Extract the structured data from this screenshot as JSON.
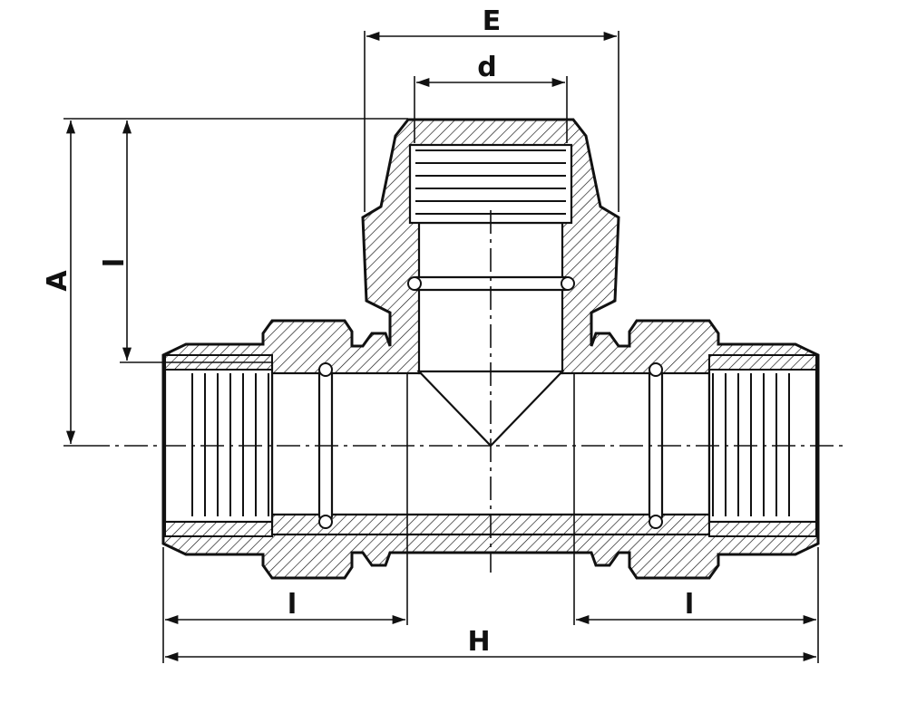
{
  "labels": {
    "E": "E",
    "d": "d",
    "A": "A",
    "l_vertical": "l",
    "l_left": "l",
    "l_right": "l",
    "H": "H"
  },
  "colors": {
    "line": "#111111",
    "background": "#ffffff"
  }
}
